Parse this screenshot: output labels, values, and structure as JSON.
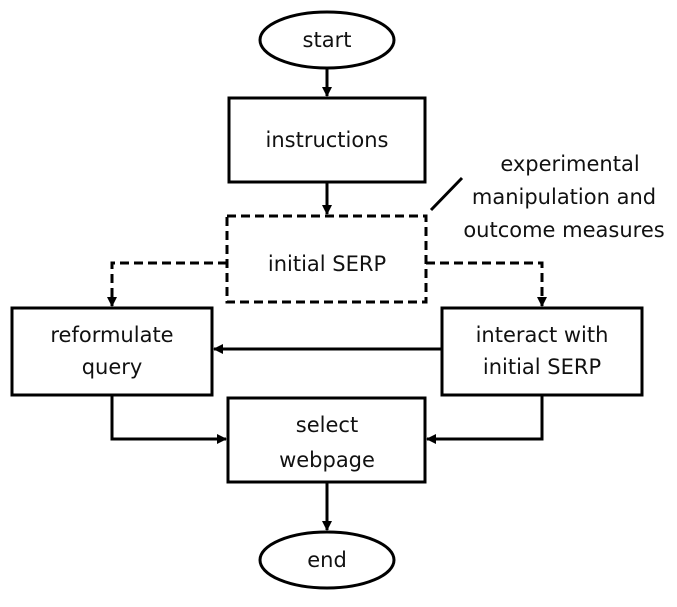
{
  "diagram": {
    "nodes": {
      "start": {
        "label": "start"
      },
      "instructions": {
        "label": "instructions"
      },
      "initial_serp": {
        "label": "initial SERP"
      },
      "reformulate": {
        "line1": "reformulate",
        "line2": "query"
      },
      "interact": {
        "line1": "interact with",
        "line2": "initial SERP"
      },
      "select": {
        "line1": "select",
        "line2": "webpage"
      },
      "end": {
        "label": "end"
      }
    },
    "annotation": {
      "line1": "experimental",
      "line2": "manipulation and",
      "line3": "outcome measures"
    }
  }
}
